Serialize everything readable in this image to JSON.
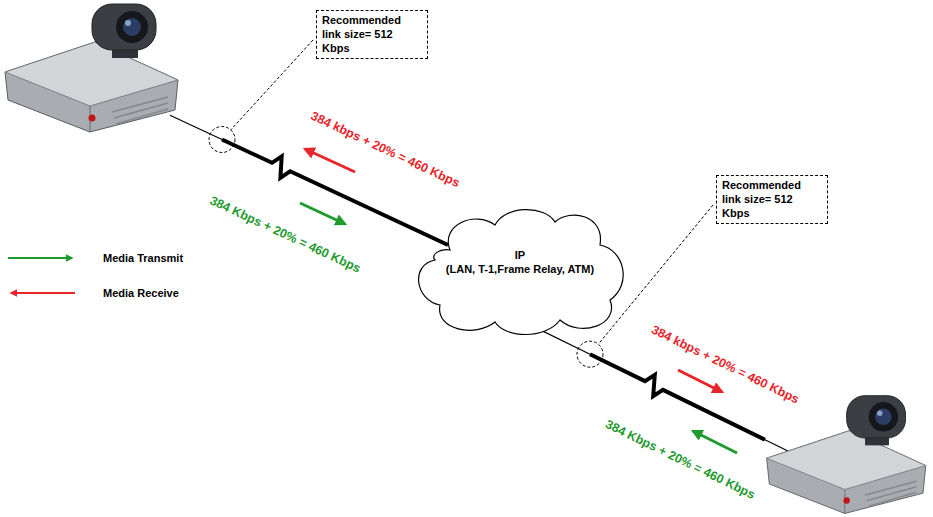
{
  "diagram": {
    "nodes": [
      {
        "text": [
          "Recommended link size= 512 Kbps"
        ]
      },
      {
        "text": [
          "IP",
          "(LAN, T-1,Frame Relay, ATM)"
        ]
      },
      {
        "text": [
          "Recommended link size= 512 Kbps"
        ]
      }
    ],
    "labels": [
      "384 kbps + 20% = 460 Kbps",
      "384 Kbps + 20% = 460 Kbps",
      "384 kbps + 20% = 460 Kbps",
      "384 Kbps + 20% = 460 Kbps"
    ],
    "legend": [
      {
        "text": "Media Transmit"
      },
      {
        "text": "Media Receive"
      }
    ]
  }
}
